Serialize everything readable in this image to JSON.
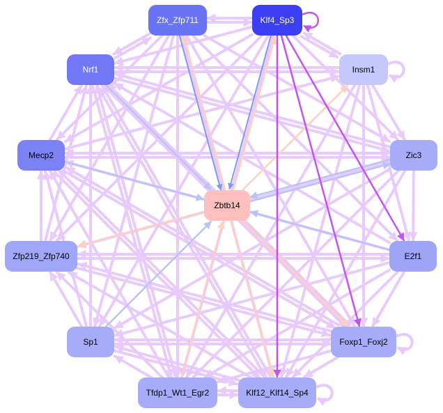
{
  "title": "Transcription factor motif network",
  "nodes": [
    {
      "id": "Zfx_Zfp711",
      "label": "Zfx_Zfp711",
      "fill": "#6b73f5",
      "text": "#ffffff"
    },
    {
      "id": "Klf4_Sp3",
      "label": "Klf4_Sp3",
      "fill": "#3c3ef2",
      "text": "#ffffff"
    },
    {
      "id": "Insm1",
      "label": "Insm1",
      "fill": "#c5c8fb",
      "text": "#000000"
    },
    {
      "id": "Zic3",
      "label": "Zic3",
      "fill": "#a7acf8",
      "text": "#000000"
    },
    {
      "id": "E2f1",
      "label": "E2f1",
      "fill": "#9ea4f8",
      "text": "#000000"
    },
    {
      "id": "Foxp1_Foxj2",
      "label": "Foxp1_Foxj2",
      "fill": "#a7acf8",
      "text": "#000000"
    },
    {
      "id": "Klf12_Klf14_Sp4",
      "label": "Klf12_Klf14_Sp4",
      "fill": "#a7acf8",
      "text": "#000000"
    },
    {
      "id": "Tfdp1_Wt1_Egr2",
      "label": "Tfdp1_Wt1_Egr2",
      "fill": "#a7acf8",
      "text": "#000000"
    },
    {
      "id": "Sp1",
      "label": "Sp1",
      "fill": "#a7acf8",
      "text": "#000000"
    },
    {
      "id": "Zfp219_Zfp740",
      "label": "Zfp219_Zfp740",
      "fill": "#a0a6f8",
      "text": "#000000"
    },
    {
      "id": "Mecp2",
      "label": "Mecp2",
      "fill": "#7a82f5",
      "text": "#000000"
    },
    {
      "id": "Nrf1",
      "label": "Nrf1",
      "fill": "#7278f5",
      "text": "#ffffff"
    },
    {
      "id": "Zbtb14",
      "label": "Zbtb14",
      "fill": "#ffbfbf",
      "text": "#000000"
    }
  ],
  "edge_colors": {
    "default": "#e7c9fb",
    "strong": "#c452f2",
    "blue": "#b9c3f8",
    "peach": "#ffd0c0",
    "darkblue": "#7f9ae8"
  },
  "edges": [
    {
      "from": "Zfx_Zfp711",
      "to": "Klf4_Sp3",
      "style": "default"
    },
    {
      "from": "Klf4_Sp3",
      "to": "Zfx_Zfp711",
      "style": "default"
    },
    {
      "from": "Zfx_Zfp711",
      "to": "Nrf1",
      "style": "default"
    },
    {
      "from": "Nrf1",
      "to": "Zfx_Zfp711",
      "style": "default"
    },
    {
      "from": "Zfx_Zfp711",
      "to": "Mecp2",
      "style": "default"
    },
    {
      "from": "Zfx_Zfp711",
      "to": "Zfp219_Zfp740",
      "style": "default"
    },
    {
      "from": "Zfx_Zfp711",
      "to": "Sp1",
      "style": "default"
    },
    {
      "from": "Zfx_Zfp711",
      "to": "Tfdp1_Wt1_Egr2",
      "style": "default"
    },
    {
      "from": "Zfx_Zfp711",
      "to": "Klf12_Klf14_Sp4",
      "style": "default"
    },
    {
      "from": "Zfx_Zfp711",
      "to": "Foxp1_Foxj2",
      "style": "default"
    },
    {
      "from": "Zfx_Zfp711",
      "to": "E2f1",
      "style": "default"
    },
    {
      "from": "Zfx_Zfp711",
      "to": "Zic3",
      "style": "default"
    },
    {
      "from": "Zfx_Zfp711",
      "to": "Zbtb14",
      "style": "darkblue"
    },
    {
      "from": "Zbtb14",
      "to": "Zfx_Zfp711",
      "style": "peach"
    },
    {
      "from": "Klf4_Sp3",
      "to": "Insm1",
      "style": "default"
    },
    {
      "from": "Insm1",
      "to": "Klf4_Sp3",
      "style": "default"
    },
    {
      "from": "Klf4_Sp3",
      "to": "Nrf1",
      "style": "default"
    },
    {
      "from": "Klf4_Sp3",
      "to": "Mecp2",
      "style": "default"
    },
    {
      "from": "Klf4_Sp3",
      "to": "Zfp219_Zfp740",
      "style": "default"
    },
    {
      "from": "Klf4_Sp3",
      "to": "Sp1",
      "style": "default"
    },
    {
      "from": "Klf4_Sp3",
      "to": "Tfdp1_Wt1_Egr2",
      "style": "default"
    },
    {
      "from": "Klf4_Sp3",
      "to": "Klf12_Klf14_Sp4",
      "style": "strong"
    },
    {
      "from": "Klf4_Sp3",
      "to": "Foxp1_Foxj2",
      "style": "strong"
    },
    {
      "from": "Klf4_Sp3",
      "to": "E2f1",
      "style": "strong"
    },
    {
      "from": "Klf4_Sp3",
      "to": "Zic3",
      "style": "default"
    },
    {
      "from": "Klf4_Sp3",
      "to": "Zbtb14",
      "style": "darkblue"
    },
    {
      "from": "Zbtb14",
      "to": "Klf4_Sp3",
      "style": "peach"
    },
    {
      "from": "Insm1",
      "to": "Zic3",
      "style": "default"
    },
    {
      "from": "Insm1",
      "to": "E2f1",
      "style": "default"
    },
    {
      "from": "Insm1",
      "to": "Foxp1_Foxj2",
      "style": "default"
    },
    {
      "from": "Insm1",
      "to": "Klf12_Klf14_Sp4",
      "style": "default"
    },
    {
      "from": "Insm1",
      "to": "Tfdp1_Wt1_Egr2",
      "style": "default"
    },
    {
      "from": "Insm1",
      "to": "Nrf1",
      "style": "default"
    },
    {
      "from": "Zbtb14",
      "to": "Insm1",
      "style": "peach"
    },
    {
      "from": "Zic3",
      "to": "Zbtb14",
      "style": "blue"
    },
    {
      "from": "Zbtb14",
      "to": "Zic3",
      "style": "blue"
    },
    {
      "from": "Zic3",
      "to": "E2f1",
      "style": "default"
    },
    {
      "from": "Zic3",
      "to": "Mecp2",
      "style": "default"
    },
    {
      "from": "Zic3",
      "to": "Zfp219_Zfp740",
      "style": "default"
    },
    {
      "from": "Zic3",
      "to": "Sp1",
      "style": "default"
    },
    {
      "from": "Zic3",
      "to": "Tfdp1_Wt1_Egr2",
      "style": "default"
    },
    {
      "from": "Zic3",
      "to": "Nrf1",
      "style": "default"
    },
    {
      "from": "Zic3",
      "to": "Klf12_Klf14_Sp4",
      "style": "default"
    },
    {
      "from": "E2f1",
      "to": "Zbtb14",
      "style": "blue"
    },
    {
      "from": "E2f1",
      "to": "Foxp1_Foxj2",
      "style": "default"
    },
    {
      "from": "E2f1",
      "to": "Zfp219_Zfp740",
      "style": "default"
    },
    {
      "from": "E2f1",
      "to": "Mecp2",
      "style": "default"
    },
    {
      "from": "E2f1",
      "to": "Sp1",
      "style": "default"
    },
    {
      "from": "E2f1",
      "to": "Tfdp1_Wt1_Egr2",
      "style": "default"
    },
    {
      "from": "E2f1",
      "to": "Klf12_Klf14_Sp4",
      "style": "default"
    },
    {
      "from": "E2f1",
      "to": "Nrf1",
      "style": "default"
    },
    {
      "from": "Foxp1_Foxj2",
      "to": "Klf12_Klf14_Sp4",
      "style": "default"
    },
    {
      "from": "Foxp1_Foxj2",
      "to": "Tfdp1_Wt1_Egr2",
      "style": "default"
    },
    {
      "from": "Foxp1_Foxj2",
      "to": "Sp1",
      "style": "default"
    },
    {
      "from": "Foxp1_Foxj2",
      "to": "Zfp219_Zfp740",
      "style": "default"
    },
    {
      "from": "Foxp1_Foxj2",
      "to": "Mecp2",
      "style": "default"
    },
    {
      "from": "Foxp1_Foxj2",
      "to": "Nrf1",
      "style": "default"
    },
    {
      "from": "Zbtb14",
      "to": "Foxp1_Foxj2",
      "style": "peach"
    },
    {
      "from": "Klf12_Klf14_Sp4",
      "to": "Tfdp1_Wt1_Egr2",
      "style": "default"
    },
    {
      "from": "Tfdp1_Wt1_Egr2",
      "to": "Klf12_Klf14_Sp4",
      "style": "default"
    },
    {
      "from": "Klf12_Klf14_Sp4",
      "to": "Sp1",
      "style": "default"
    },
    {
      "from": "Klf12_Klf14_Sp4",
      "to": "Zfp219_Zfp740",
      "style": "default"
    },
    {
      "from": "Klf12_Klf14_Sp4",
      "to": "Mecp2",
      "style": "default"
    },
    {
      "from": "Klf12_Klf14_Sp4",
      "to": "Nrf1",
      "style": "default"
    },
    {
      "from": "Zbtb14",
      "to": "Klf12_Klf14_Sp4",
      "style": "peach"
    },
    {
      "from": "Tfdp1_Wt1_Egr2",
      "to": "Sp1",
      "style": "default"
    },
    {
      "from": "Tfdp1_Wt1_Egr2",
      "to": "Zfp219_Zfp740",
      "style": "default"
    },
    {
      "from": "Tfdp1_Wt1_Egr2",
      "to": "Mecp2",
      "style": "default"
    },
    {
      "from": "Tfdp1_Wt1_Egr2",
      "to": "Nrf1",
      "style": "default"
    },
    {
      "from": "Tfdp1_Wt1_Egr2",
      "to": "Zbtb14",
      "style": "peach"
    },
    {
      "from": "Sp1",
      "to": "Zbtb14",
      "style": "blue"
    },
    {
      "from": "Sp1",
      "to": "Zfp219_Zfp740",
      "style": "default"
    },
    {
      "from": "Sp1",
      "to": "Mecp2",
      "style": "default"
    },
    {
      "from": "Sp1",
      "to": "Nrf1",
      "style": "default"
    },
    {
      "from": "Sp1",
      "to": "Klf12_Klf14_Sp4",
      "style": "default"
    },
    {
      "from": "Sp1",
      "to": "Foxp1_Foxj2",
      "style": "default"
    },
    {
      "from": "Zfp219_Zfp740",
      "to": "Mecp2",
      "style": "default"
    },
    {
      "from": "Zfp219_Zfp740",
      "to": "Nrf1",
      "style": "default"
    },
    {
      "from": "Zfp219_Zfp740",
      "to": "E2f1",
      "style": "default"
    },
    {
      "from": "Zfp219_Zfp740",
      "to": "Foxp1_Foxj2",
      "style": "default"
    },
    {
      "from": "Zbtb14",
      "to": "Zfp219_Zfp740",
      "style": "peach"
    },
    {
      "from": "Mecp2",
      "to": "Zbtb14",
      "style": "blue"
    },
    {
      "from": "Mecp2",
      "to": "Nrf1",
      "style": "default"
    },
    {
      "from": "Mecp2",
      "to": "Zic3",
      "style": "default"
    },
    {
      "from": "Mecp2",
      "to": "Insm1",
      "style": "default"
    },
    {
      "from": "Mecp2",
      "to": "Foxp1_Foxj2",
      "style": "default"
    },
    {
      "from": "Mecp2",
      "to": "Klf12_Klf14_Sp4",
      "style": "default"
    },
    {
      "from": "Nrf1",
      "to": "Zbtb14",
      "style": "blue"
    },
    {
      "from": "Nrf1",
      "to": "Insm1",
      "style": "default"
    },
    {
      "from": "Nrf1",
      "to": "Zic3",
      "style": "default"
    },
    {
      "from": "Nrf1",
      "to": "Foxp1_Foxj2",
      "style": "default"
    },
    {
      "from": "Nrf1",
      "to": "Klf12_Klf14_Sp4",
      "style": "default"
    },
    {
      "from": "Nrf1",
      "to": "Tfdp1_Wt1_Egr2",
      "style": "default"
    }
  ],
  "self_loops": [
    {
      "node": "Klf4_Sp3",
      "style": "strong"
    },
    {
      "node": "Insm1",
      "style": "default"
    },
    {
      "node": "Foxp1_Foxj2",
      "style": "default"
    },
    {
      "node": "Klf12_Klf14_Sp4",
      "style": "default"
    }
  ]
}
